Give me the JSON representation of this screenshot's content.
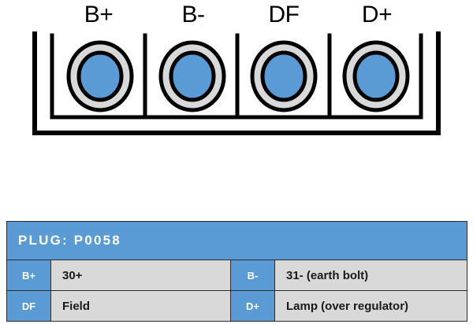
{
  "diagram": {
    "name": "alternator-plug-connector",
    "pin_labels": [
      "B+",
      "B-",
      "DF",
      "D+"
    ],
    "pin_count": 4,
    "colors": {
      "pin_fill": "#5B9BD5",
      "pin_ring": "#D9D9D9",
      "outline": "#000000",
      "background": "#FFFFFF"
    }
  },
  "legend": {
    "header": "PLUG: P0058",
    "rows": [
      {
        "left_key": "B+",
        "left_value": "30+",
        "right_key": "B-",
        "right_value": "31- (earth bolt)"
      },
      {
        "left_key": "DF",
        "left_value": "Field",
        "right_key": "D+",
        "right_value": "Lamp (over regulator)"
      }
    ],
    "colors": {
      "header_bg": "#5B9BD5",
      "header_text": "#FFFFFF",
      "key_bg": "#5B9BD5",
      "key_text": "#FFFFFF",
      "value_bg": "#D9D9D9",
      "value_text": "#1A1A1A",
      "border": "#2B2B2B"
    }
  }
}
